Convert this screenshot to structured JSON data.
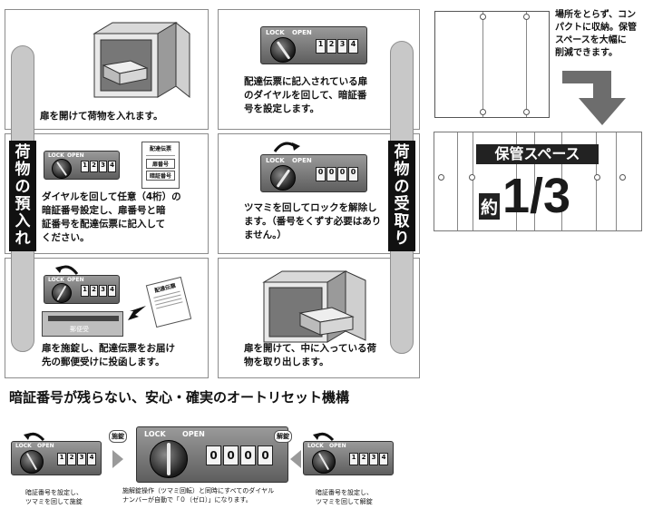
{
  "deposit": {
    "vertical_label": "荷物の預入れ",
    "step1": "扉を開けて荷物を入れます。",
    "step2_line1": "ダイヤルを回して任意（4桁）の",
    "step2_line2": "暗証番号設定し、扉番号と暗",
    "step2_line3": "証番号を配達伝票に記入して",
    "step2_line4": "ください。",
    "step3_line1": "扉を施錠し、配達伝票をお届け",
    "step3_line2": "先の郵便受けに投函します。",
    "slip_title": "配達伝票",
    "slip_door": "扉番号",
    "slip_code": "暗証番号",
    "slip2_title": "配達伝票",
    "mailbox": "郵便受"
  },
  "receive": {
    "vertical_label": "荷物の受取り",
    "step1_line1": "配達伝票に記入されている扉",
    "step1_line2": "のダイヤルを回して、暗証番",
    "step1_line3": "号を設定します。",
    "step2_line1": "ツマミを回してロックを解除し",
    "step2_line2": "ます。（番号をくずす必要はあり",
    "step2_line3": "ません。）",
    "step3_line1": "扉を開けて、中に入っている荷",
    "step3_line2": "物を取り出します。"
  },
  "lock": {
    "lock_label": "LOCK",
    "open_label": "OPEN",
    "code_digits": [
      "1",
      "2",
      "3",
      "4"
    ],
    "zero_digits": [
      "0",
      "0",
      "0",
      "0"
    ]
  },
  "space": {
    "caption_line1": "場所をとらず、コン",
    "caption_line2": "パクトに収納。保管",
    "caption_line3": "スペースを大幅に",
    "caption_line4": "削減できます。",
    "banner_label": "保管スペース",
    "approx": "約",
    "fraction": "1/3"
  },
  "reset": {
    "heading": "暗証番号が残らない、安心・確実のオートリセット機構",
    "tag_lock": "施錠",
    "tag_unlock": "解錠",
    "left_line1": "暗証番号を設定し、",
    "left_line2": "ツマミを回して施錠",
    "mid_line1": "施解錠操作（ツマミ回転）と同時にすべてのダイヤル",
    "mid_line2": "ナンバーが自動で「０（ゼロ）」になります。",
    "right_line1": "暗証番号を設定し、",
    "right_line2": "ツマミを回して解錠"
  }
}
